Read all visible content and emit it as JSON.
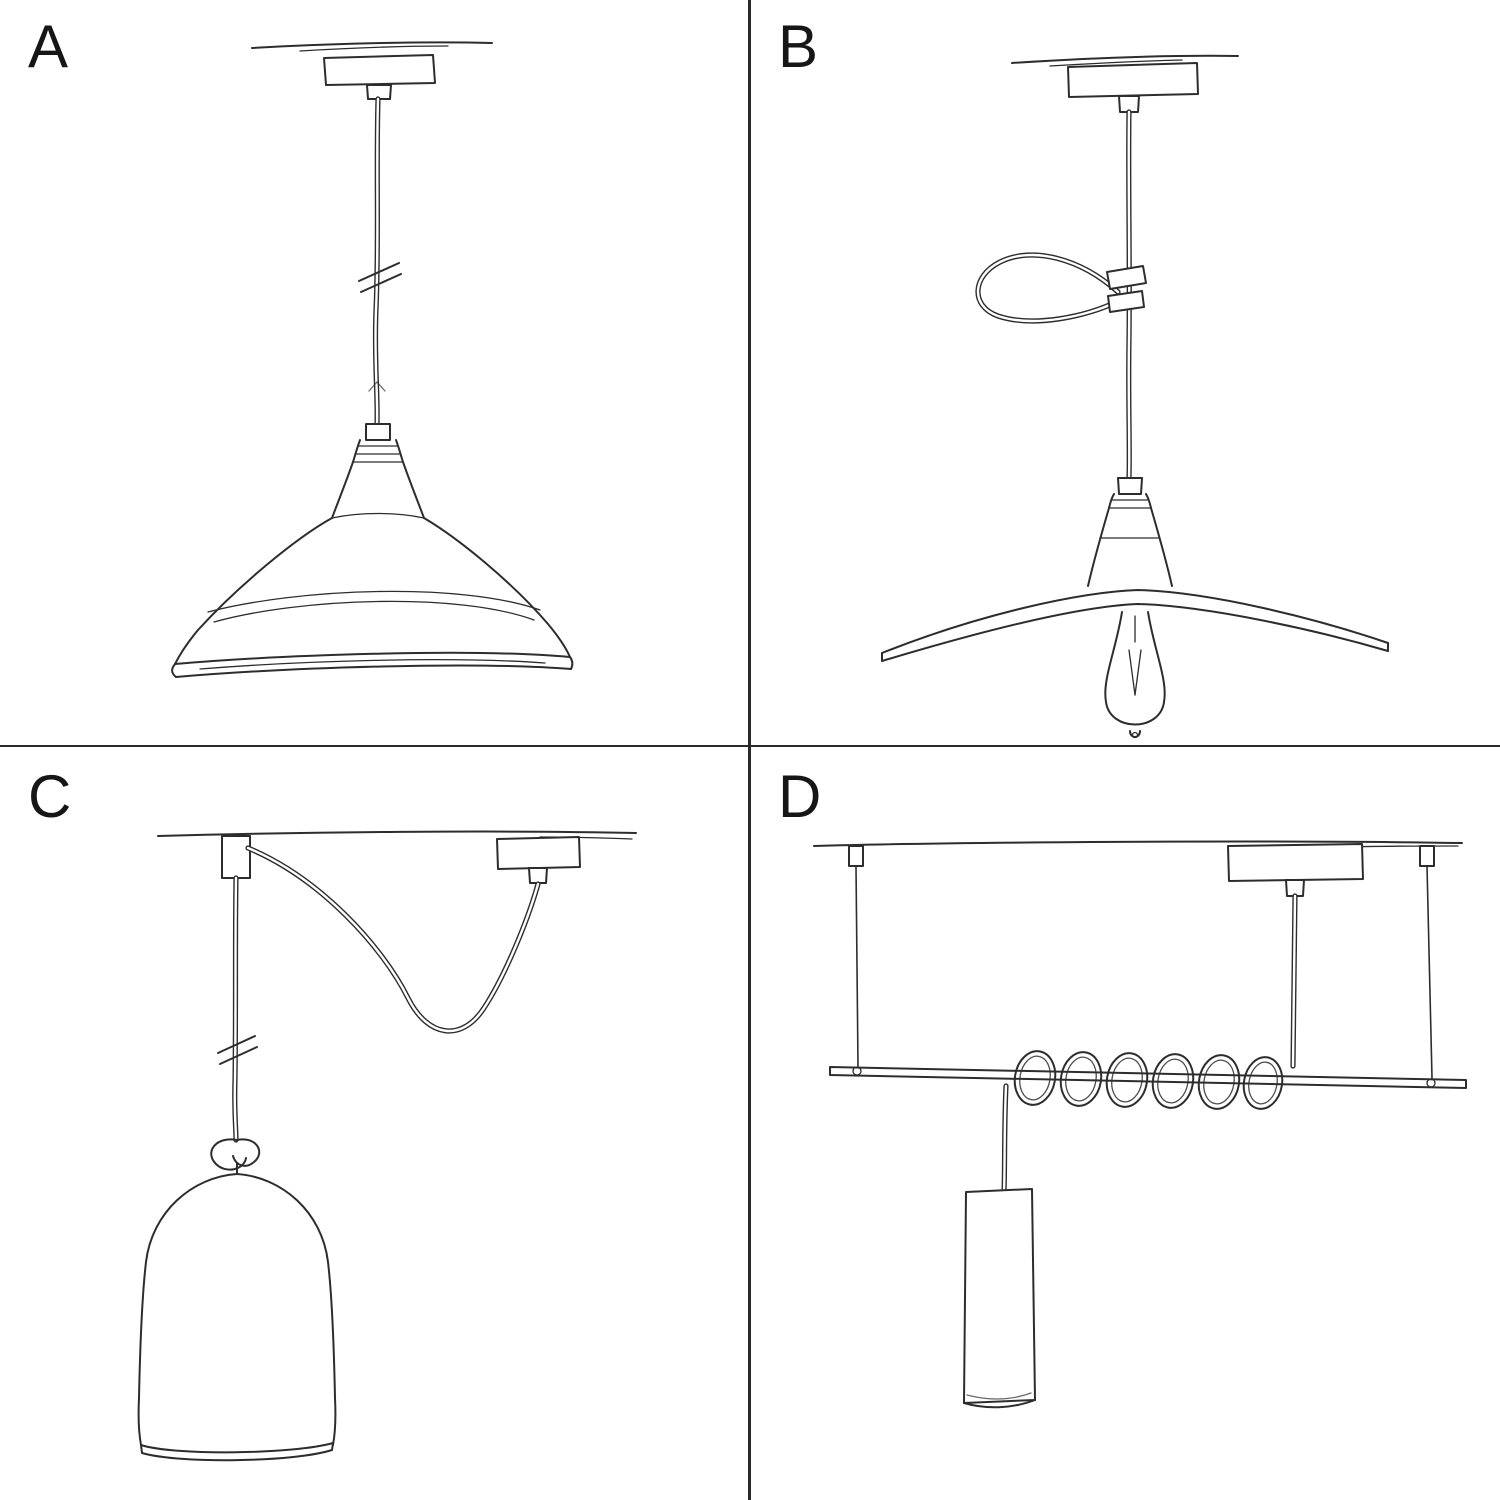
{
  "page": {
    "background_color": "#ffffff",
    "ink_color": "#2d2d2d",
    "divider_color": "#2a2a2a"
  },
  "panels": [
    {
      "label": "A",
      "drawing_name": "pendant-straight-drop-industrial-shade-sketch"
    },
    {
      "label": "B",
      "drawing_name": "pendant-cable-clip-flat-shade-exposed-bulb-sketch"
    },
    {
      "label": "C",
      "drawing_name": "swag-pendant-hook-bell-shade-sketch"
    },
    {
      "label": "D",
      "drawing_name": "dual-wire-bar-coiled-cable-tube-pendant-sketch"
    }
  ]
}
